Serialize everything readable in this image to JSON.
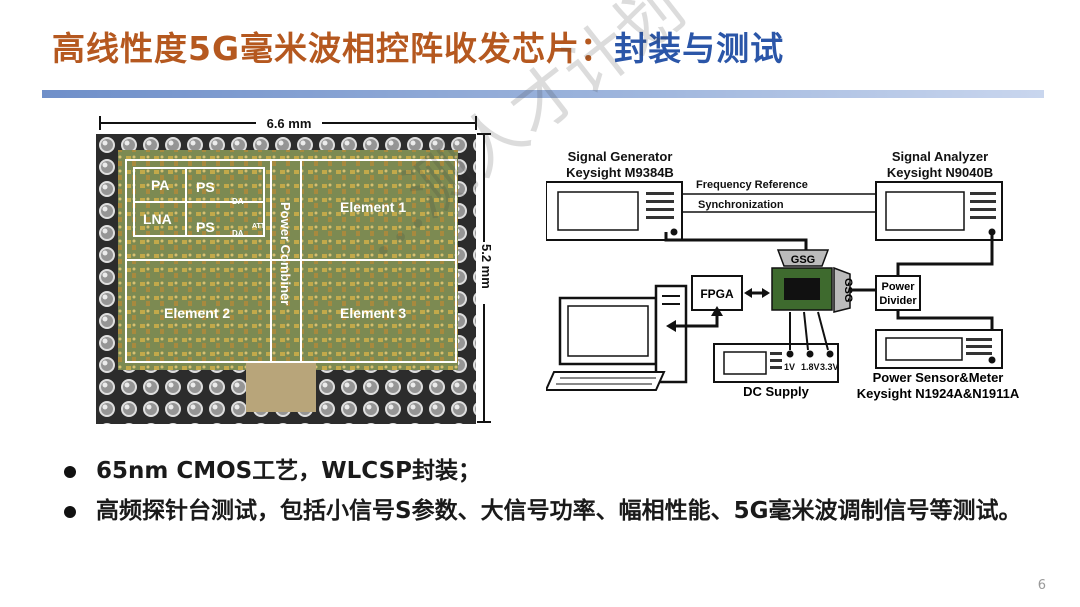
{
  "title": {
    "main": "高线性度5G毫米波相控阵收发芯片：",
    "accent": "封装与测试"
  },
  "chip": {
    "width_label": "6.6 mm",
    "height_label": "5.2 mm",
    "blocks": {
      "pa": "PA",
      "ps1": "PS",
      "lna": "LNA",
      "ps2": "PS",
      "da1": "DA",
      "da2": "DA",
      "att": "ATT",
      "combiner": "Power Combiner"
    },
    "elements": [
      "Element 1",
      "Element 2",
      "Element 3"
    ]
  },
  "setup": {
    "signal_generator": [
      "Signal Generator",
      "Keysight M9384B"
    ],
    "signal_analyzer": [
      "Signal Analyzer",
      "Keysight N9040B"
    ],
    "frequency_reference": "Frequency Reference",
    "synchronization": "Synchronization",
    "gsg_top": "GSG",
    "gsg_right": "GSG",
    "fpga": "FPGA",
    "power_divider": [
      "Power",
      "Divider"
    ],
    "dc_supply": "DC Supply",
    "voltages": [
      "1V",
      "1.8V",
      "3.3V"
    ],
    "power_sensor": [
      "Power Sensor&Meter",
      "Keysight N1924A&N1911A"
    ]
  },
  "bullets": [
    "65nm CMOS工艺，WLCSP封装；",
    "高频探针台测试，包括小信号S参数、大信号功率、幅相性能、5G毫米波调制信号等测试。"
  ],
  "watermark": "…测人才计划",
  "page_number": "6"
}
